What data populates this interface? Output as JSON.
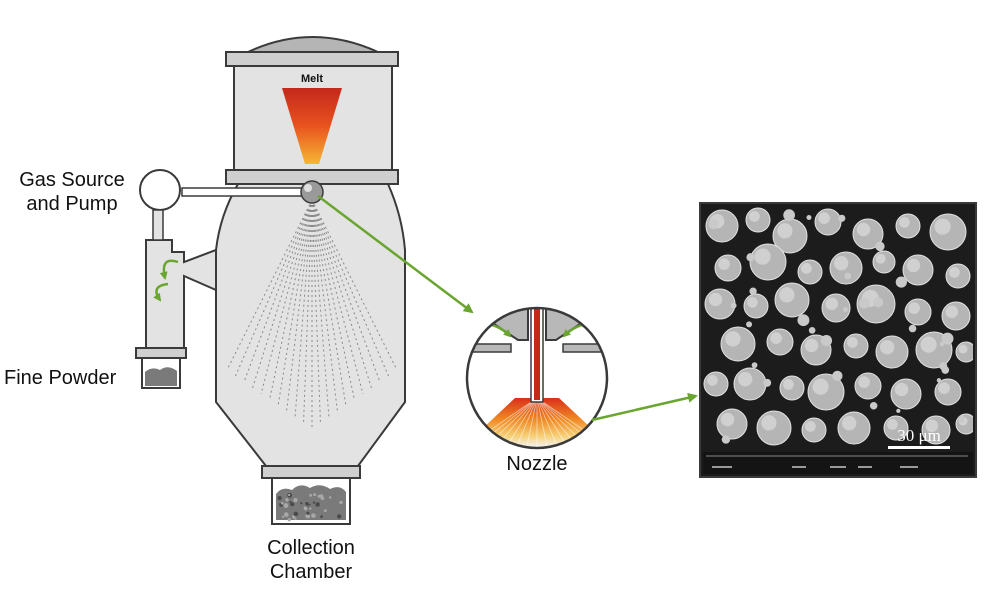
{
  "labels": {
    "melt": "Melt",
    "gas_source_line1": "Gas Source",
    "gas_source_line2": "and Pump",
    "fine_powder": "Fine Powder",
    "collection_line1": "Collection",
    "collection_line2": "Chamber",
    "nozzle": "Nozzle",
    "scale_bar": "30 μm"
  },
  "colors": {
    "vessel_fill": "#e3e3e3",
    "outline": "#3a3a3a",
    "melt_red": "#c4281c",
    "melt_orange": "#e8531e",
    "melt_yellow": "#f7b733",
    "arrow_green": "#6aa62f",
    "micrograph_bg": "#1c1c1c"
  }
}
